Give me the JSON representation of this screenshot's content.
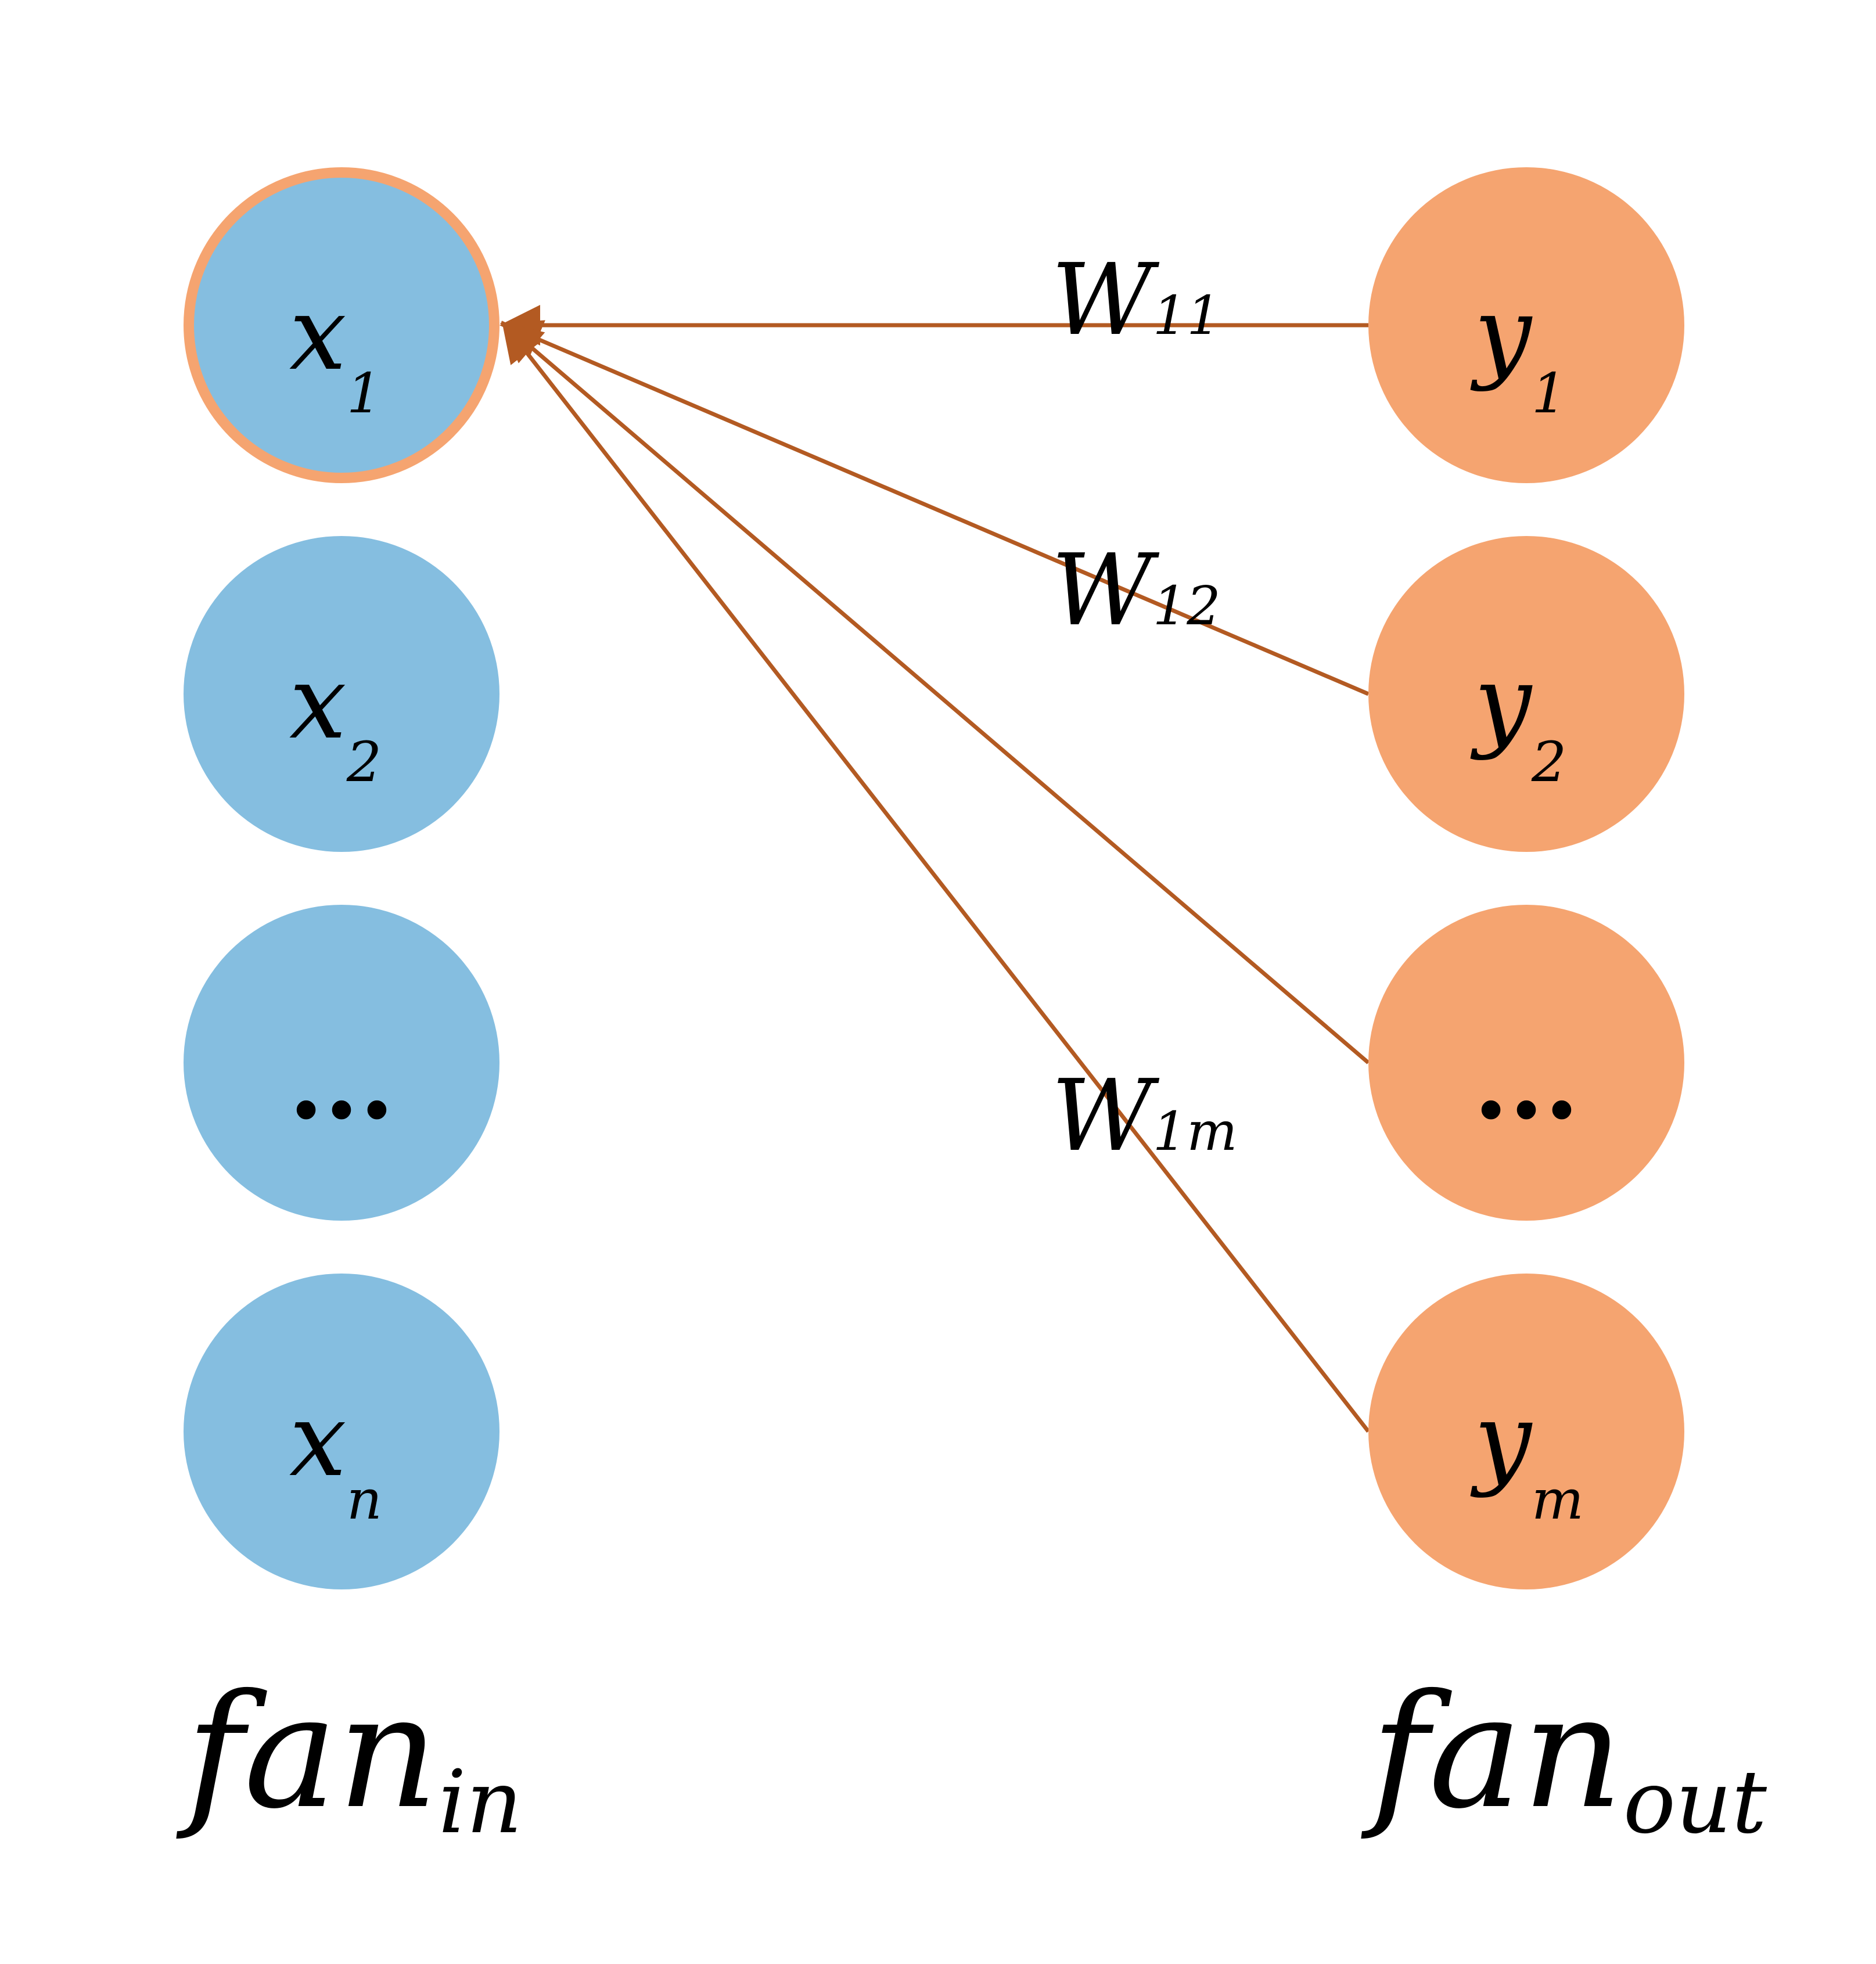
{
  "colors": {
    "input_fill": "#85bee0",
    "output_fill": "#f5a470",
    "highlight_stroke": "#f5a470",
    "edge": "#b35a22",
    "text": "#000000"
  },
  "inputs": [
    {
      "main": "x",
      "sub": "1",
      "highlighted": true
    },
    {
      "main": "x",
      "sub": "2",
      "highlighted": false
    },
    {
      "main": "...",
      "sub": "",
      "highlighted": false
    },
    {
      "main": "x",
      "sub": "n",
      "highlighted": false
    }
  ],
  "outputs": [
    {
      "main": "y",
      "sub": "1"
    },
    {
      "main": "y",
      "sub": "2"
    },
    {
      "main": "...",
      "sub": ""
    },
    {
      "main": "y",
      "sub": "m"
    }
  ],
  "edges": [
    {
      "from_output": 0,
      "to_input": 0,
      "label_main": "W",
      "label_sub": "11"
    },
    {
      "from_output": 1,
      "to_input": 0,
      "label_main": "W",
      "label_sub": "12"
    },
    {
      "from_output": 2,
      "to_input": 0,
      "label_main": "",
      "label_sub": ""
    },
    {
      "from_output": 3,
      "to_input": 0,
      "label_main": "W",
      "label_sub": "1m"
    }
  ],
  "footer": {
    "left_main": "fan",
    "left_sub": "in",
    "right_main": "fan",
    "right_sub": "out"
  }
}
